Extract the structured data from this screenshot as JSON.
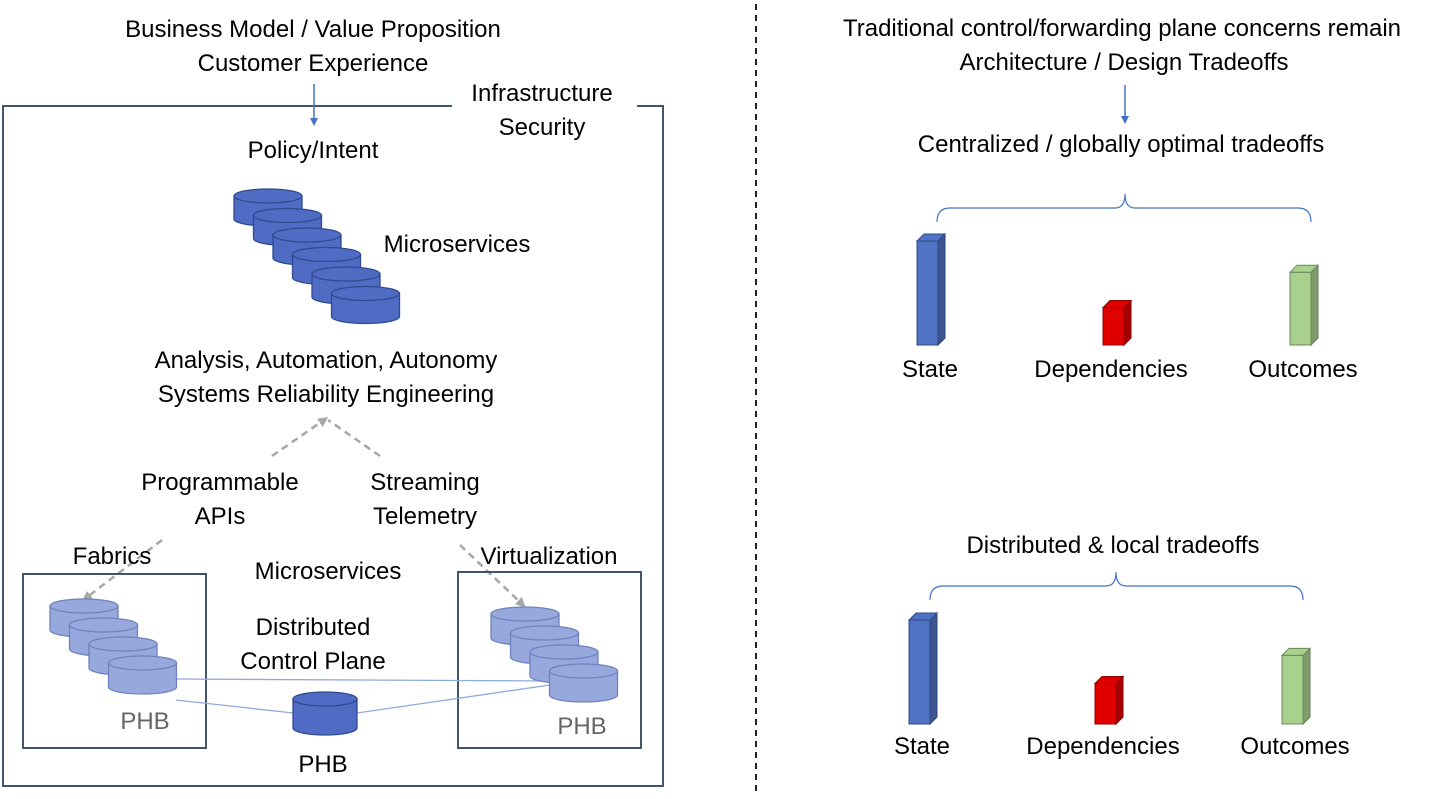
{
  "left": {
    "top_lines": [
      "Business Model / Value Proposition",
      "Customer Experience"
    ],
    "infra_lines": [
      "Infrastructure",
      "Security"
    ],
    "policy_label": "Policy/Intent",
    "microservices_top_label": "Microservices",
    "analysis_lines": [
      "Analysis, Automation, Autonomy",
      "Systems Reliability Engineering"
    ],
    "programmable_lines": [
      "Programmable",
      "APIs"
    ],
    "streaming_lines": [
      "Streaming",
      "Telemetry"
    ],
    "fabrics_label": "Fabrics",
    "virtualization_label": "Virtualization",
    "microservices_mid_label": "Microservices",
    "dcp_lines": [
      "Distributed",
      "Control Plane"
    ],
    "phb_left": "PHB",
    "phb_right": "PHB",
    "phb_bottom": "PHB"
  },
  "right": {
    "top_lines": [
      "Traditional control/forwarding plane concerns remain",
      "Architecture / Design Tradeoffs"
    ],
    "panels": [
      {
        "title": "Centralized / globally optimal tradeoffs",
        "bars": [
          {
            "label": "State",
            "level": 1.0,
            "color": "#4F72C4"
          },
          {
            "label": "Dependencies",
            "level": 0.36,
            "color": "#E00000"
          },
          {
            "label": "Outcomes",
            "level": 0.7,
            "color": "#A9D18E"
          }
        ]
      },
      {
        "title": "Distributed & local tradeoffs",
        "bars": [
          {
            "label": "State",
            "level": 1.0,
            "color": "#4F72C4"
          },
          {
            "label": "Dependencies",
            "level": 0.39,
            "color": "#E00000"
          },
          {
            "label": "Outcomes",
            "level": 0.66,
            "color": "#A9D18E"
          }
        ]
      }
    ]
  },
  "colors": {
    "frame": "#44546A",
    "connector": "#8FAADC",
    "arrow_blue": "#4472C4",
    "arrow_gray": "#A6A6A6",
    "db_dark_body": "#4F6BC4",
    "db_dark_edge": "#2F4A8F",
    "db_light_body": "#97A8DC",
    "db_light_edge": "#6E82BE",
    "phb_gray_text": "#666666"
  }
}
